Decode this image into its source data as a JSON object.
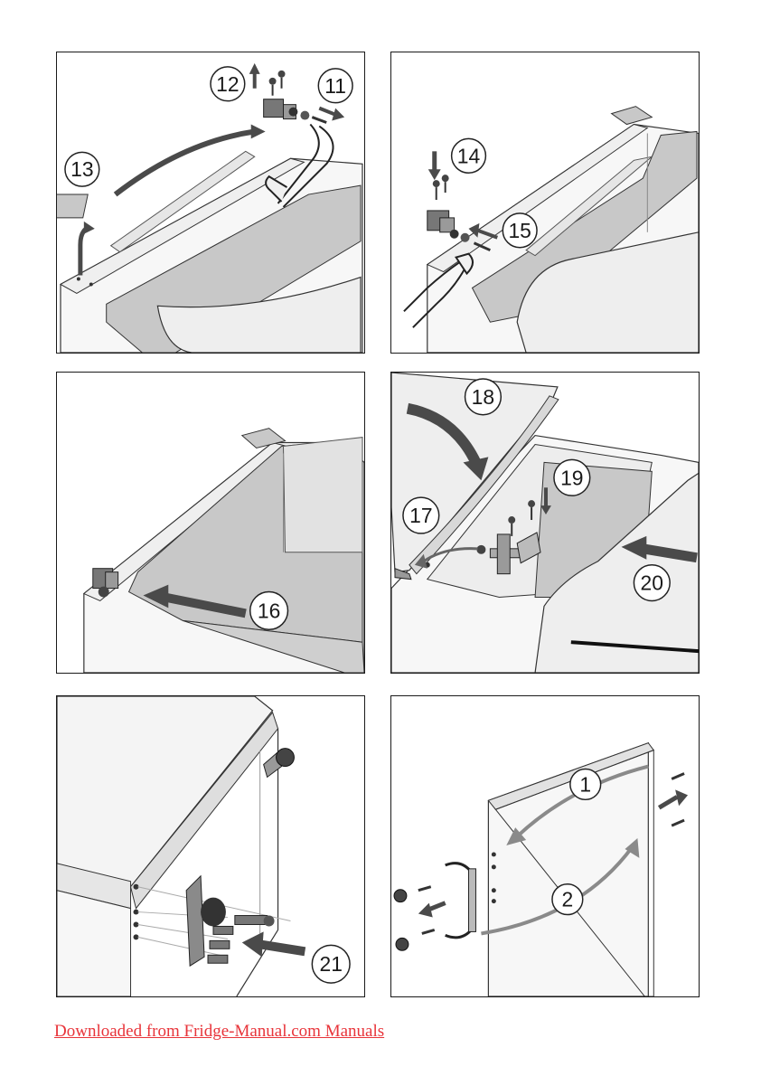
{
  "panels": [
    {
      "steps": [
        "12",
        "11",
        "13"
      ]
    },
    {
      "steps": [
        "14",
        "15"
      ]
    },
    {
      "steps": [
        "16"
      ]
    },
    {
      "steps": [
        "18",
        "19",
        "17",
        "20"
      ]
    },
    {
      "steps": [
        "21"
      ]
    },
    {
      "steps": [
        "1",
        "2"
      ]
    }
  ],
  "footer": {
    "link_text": "Downloaded from Fridge-Manual.com Manuals"
  },
  "colors": {
    "panel_border": "#1a1a1a",
    "surface_grey": "#c8c8c8",
    "arrow_grey": "#4a4a4a",
    "link_red": "#e8343a"
  }
}
